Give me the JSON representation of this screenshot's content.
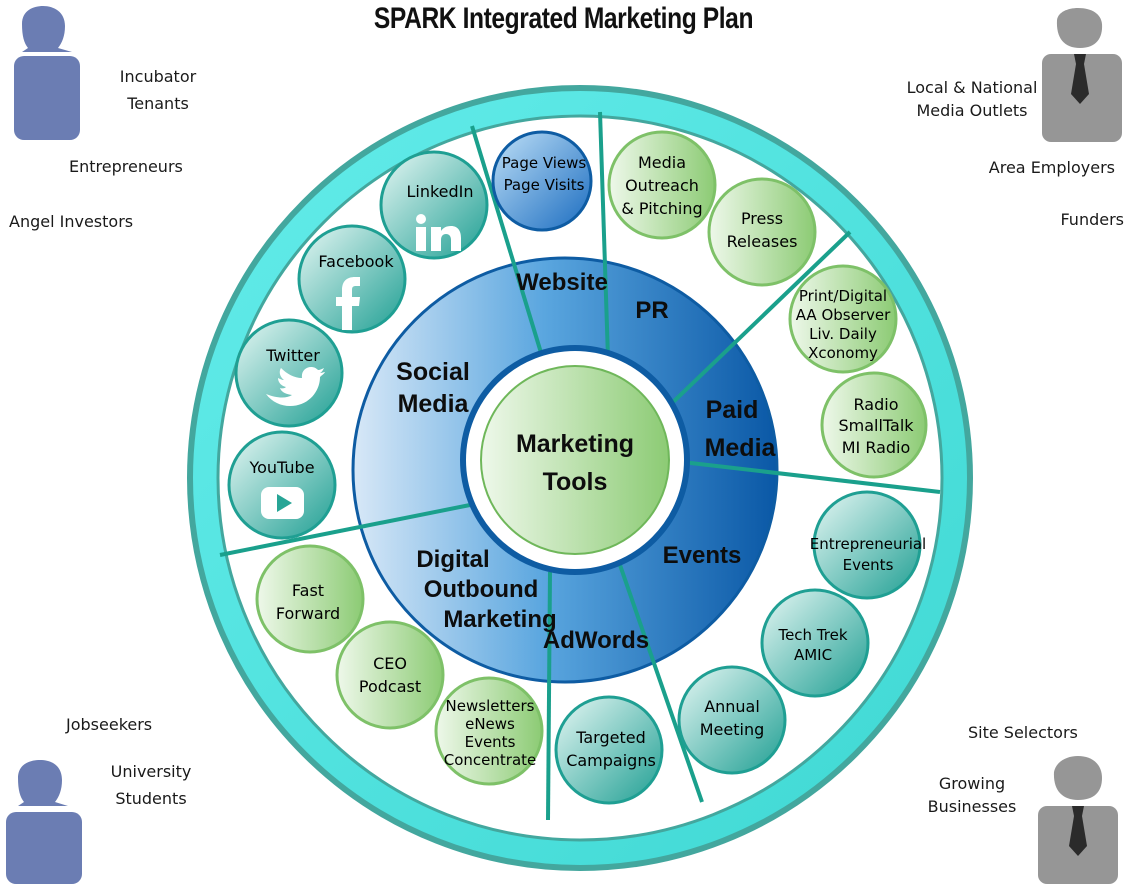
{
  "title": "SPARK Integrated Marketing Plan",
  "colors": {
    "ring_teal": "#4fe6e3",
    "ring_outline": "#3aa89f",
    "divider": "#1aa08c",
    "blue_dark": "#0b5aa8",
    "blue_light": "#cfe3f5",
    "green_light": "#e2f3dc",
    "green": "#86c46e",
    "teal_bubble": "#26a89a",
    "person_female": "#6b7db3",
    "person_male": "#969696"
  },
  "center": {
    "line1": "Marketing",
    "line2": "Tools"
  },
  "segments": {
    "website": "Website",
    "pr": "PR",
    "paid_media": [
      "Paid",
      "Media"
    ],
    "events": "Events",
    "adwords": "AdWords",
    "digital_outbound": [
      "Digital",
      "Outbound",
      "Marketing"
    ],
    "social_media": [
      "Social",
      "Media"
    ]
  },
  "bubbles": {
    "page_views": [
      "Page Views",
      "Page Visits"
    ],
    "media_outreach": [
      "Media",
      "Outreach",
      "& Pitching"
    ],
    "press_releases": [
      "Press",
      "Releases"
    ],
    "print_digital": [
      "Print/Digital",
      "AA Observer",
      "Liv. Daily",
      "Xconomy"
    ],
    "radio": [
      "Radio",
      "SmallTalk",
      "MI Radio"
    ],
    "entrepreneurial_events": [
      "Entrepreneurial",
      "Events"
    ],
    "tech_trek": [
      "Tech Trek",
      "AMIC"
    ],
    "annual_meeting": [
      "Annual",
      "Meeting"
    ],
    "targeted_campaigns": [
      "Targeted",
      "Campaigns"
    ],
    "newsletters": [
      "Newsletters",
      "eNews",
      "Events",
      "Concentrate"
    ],
    "ceo_podcast": [
      "CEO",
      "Podcast"
    ],
    "fast_forward": [
      "Fast",
      "Forward"
    ],
    "youtube": "YouTube",
    "twitter": "Twitter",
    "facebook": "Facebook",
    "linkedin": "LinkedIn"
  },
  "icons": {
    "linkedin": "linkedin-icon",
    "facebook": "facebook-icon",
    "twitter": "twitter-bird-icon",
    "youtube": "youtube-play-icon",
    "person_female": "person-female-icon",
    "person_male": "person-male-icon"
  },
  "audiences": {
    "incubator_tenants": [
      "Incubator",
      "Tenants"
    ],
    "entrepreneurs": "Entrepreneurs",
    "angel_investors": "Angel Investors",
    "local_media": [
      "Local & National",
      "Media Outlets"
    ],
    "area_employers": "Area Employers",
    "funders": "Funders",
    "jobseekers": "Jobseekers",
    "university_students": [
      "University",
      "Students"
    ],
    "site_selectors": "Site Selectors",
    "growing_businesses": [
      "Growing",
      "Businesses"
    ]
  }
}
